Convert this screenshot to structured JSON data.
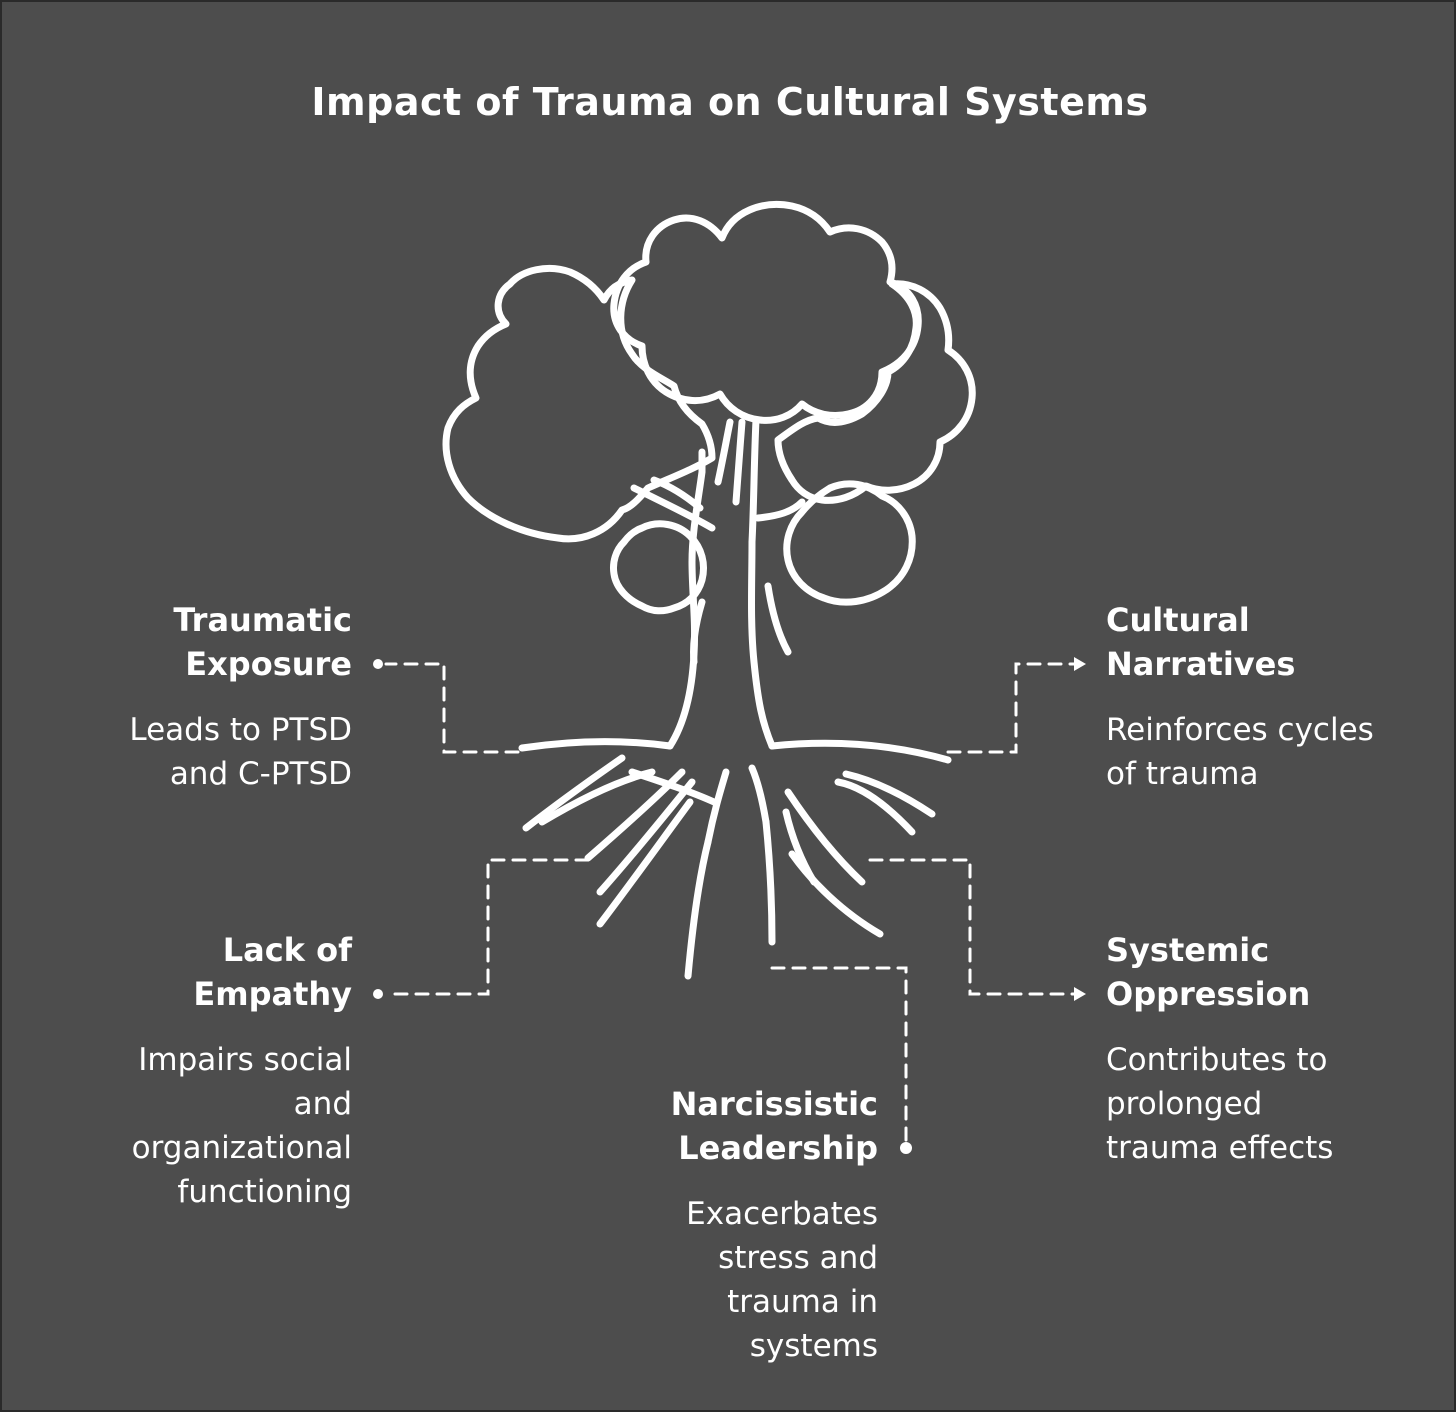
{
  "title": "Impact of Trauma on Cultural Systems",
  "nodes": {
    "traumatic_exposure": {
      "label": "Traumatic\nExposure",
      "description": "Leads to PTSD\nand C-PTSD"
    },
    "cultural_narratives": {
      "label": "Cultural\nNarratives",
      "description": "Reinforces cycles\nof trauma"
    },
    "lack_of_empathy": {
      "label": "Lack of\nEmpathy",
      "description": "Impairs social\nand\norganizational\nfunctioning"
    },
    "systemic_oppression": {
      "label": "Systemic\nOppression",
      "description": "Contributes to\nprolonged\ntrauma effects"
    },
    "narcissistic_leadership": {
      "label": "Narcissistic\nLeadership",
      "description": "Exacerbates\nstress and\ntrauma in\nsystems"
    }
  },
  "colors": {
    "background": "#4d4d4d",
    "ink": "#ffffff"
  },
  "icons": {
    "central": "tree-with-roots-icon"
  }
}
